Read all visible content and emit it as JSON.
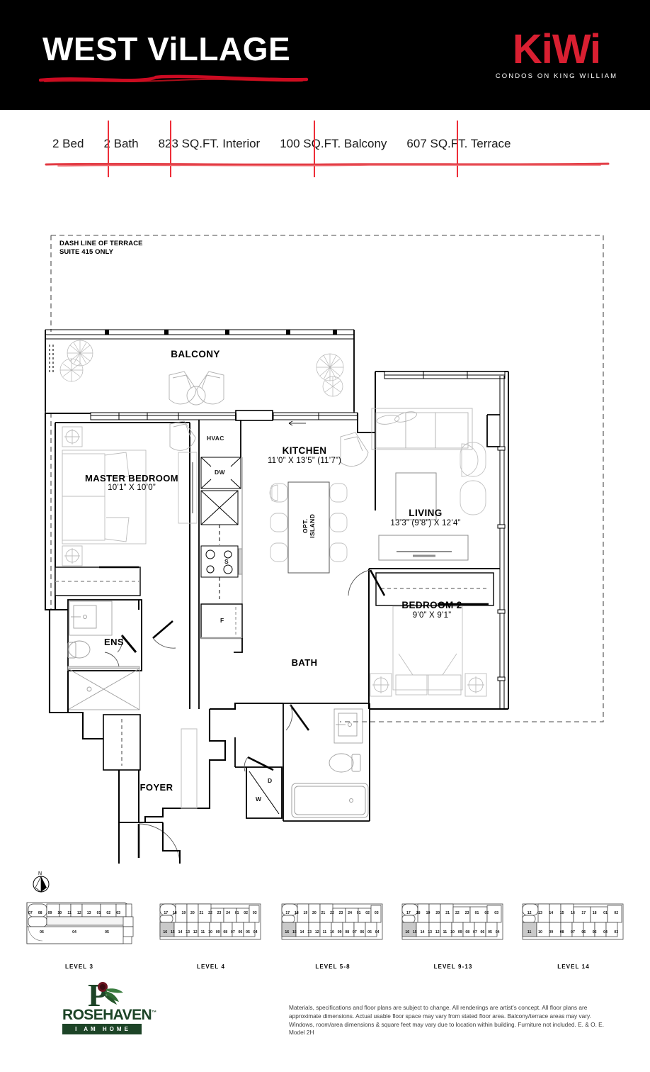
{
  "header": {
    "project_title": "WEST ViLLAGE",
    "brand": {
      "name": "KiWi",
      "tagline": "CONDOS ON KING WILLIAM",
      "color": "#d91f31"
    }
  },
  "specs": {
    "accent_color": "#ee2d38",
    "items": [
      {
        "label": "2 Bed"
      },
      {
        "label": "2 Bath"
      },
      {
        "label": "823 SQ.FT. Interior"
      },
      {
        "label": "100 SQ.FT. Balcony"
      },
      {
        "label": "607 SQ.FT. Terrace"
      }
    ]
  },
  "floorplan": {
    "terrace_note_line1": "DASH LINE OF TERRACE",
    "terrace_note_line2": "SUITE 415 ONLY",
    "rooms": [
      {
        "id": "balcony",
        "name": "BALCONY",
        "dim": ""
      },
      {
        "id": "master",
        "name": "MASTER BEDROOM",
        "dim": "10’1” X 10’0”"
      },
      {
        "id": "kitchen",
        "name": "KITCHEN",
        "dim": "11’0” X 13’5” (11’7”)"
      },
      {
        "id": "living",
        "name": "LIVING",
        "dim": "13’3” (9’8”) X 12’4”"
      },
      {
        "id": "bedroom2",
        "name": "BEDROOM 2",
        "dim": "9’0” X 9’1”"
      },
      {
        "id": "ens",
        "name": "ENS",
        "dim": ""
      },
      {
        "id": "bath",
        "name": "BATH",
        "dim": ""
      },
      {
        "id": "foyer",
        "name": "FOYER",
        "dim": ""
      }
    ],
    "fixtures": [
      {
        "id": "hvac",
        "label": "HVAC"
      },
      {
        "id": "dishwasher",
        "label": "DW"
      },
      {
        "id": "sink",
        "label": "S"
      },
      {
        "id": "fridge",
        "label": "F"
      },
      {
        "id": "dryer",
        "label": "D"
      },
      {
        "id": "washer",
        "label": "W"
      },
      {
        "id": "island",
        "label": "OPT. ISLAND"
      }
    ]
  },
  "keyplans": {
    "compass_label": "N",
    "highlight_color": "#c9c9c9",
    "plans": [
      {
        "caption": "LEVEL 3",
        "units_top": [
          "07",
          "08",
          "09",
          "10",
          "11",
          "12",
          "13",
          "01",
          "02",
          "03"
        ],
        "units_bottom": [
          "06",
          "04",
          "05"
        ]
      },
      {
        "caption": "LEVEL 4",
        "units_top": [
          "17",
          "18",
          "19",
          "20",
          "21",
          "22",
          "23",
          "24",
          "01",
          "02",
          "03"
        ],
        "units_bottom": [
          "16",
          "15",
          "14",
          "13",
          "12",
          "11",
          "10",
          "09",
          "08",
          "07",
          "06",
          "05",
          "04"
        ]
      },
      {
        "caption": "LEVEL 5-8",
        "units_top": [
          "17",
          "18",
          "19",
          "20",
          "21",
          "22",
          "23",
          "24",
          "01",
          "02",
          "03"
        ],
        "units_bottom": [
          "16",
          "15",
          "14",
          "13",
          "12",
          "11",
          "10",
          "09",
          "08",
          "07",
          "06",
          "05",
          "04"
        ]
      },
      {
        "caption": "LEVEL 9-13",
        "units_top": [
          "17",
          "18",
          "19",
          "20",
          "21",
          "22",
          "23",
          "01",
          "02",
          "03"
        ],
        "units_bottom": [
          "16",
          "15",
          "14",
          "13",
          "12",
          "11",
          "10",
          "09",
          "08",
          "07",
          "06",
          "05",
          "04"
        ]
      },
      {
        "caption": "LEVEL 14",
        "units_top": [
          "12",
          "13",
          "14",
          "15",
          "16",
          "17",
          "18",
          "01",
          "02"
        ],
        "units_bottom": [
          "11",
          "10",
          "09",
          "08",
          "07",
          "06",
          "05",
          "04",
          "03"
        ]
      }
    ]
  },
  "footer": {
    "builder": {
      "name": "ROSEHAVEN",
      "trademark": "™",
      "tagline": "I AM HOME",
      "color": "#1d4427"
    },
    "disclaimer": "Materials, specifications and floor plans are subject to change. All renderings are artist’s concept. All floor plans are approximate dimensions. Actual usable floor space may vary from stated floor area. Balcony/terrace areas may vary. Windows, room/area dimensions & square feet may vary due to location within building. Furniture not included. E. & O. E. Model 2H"
  }
}
